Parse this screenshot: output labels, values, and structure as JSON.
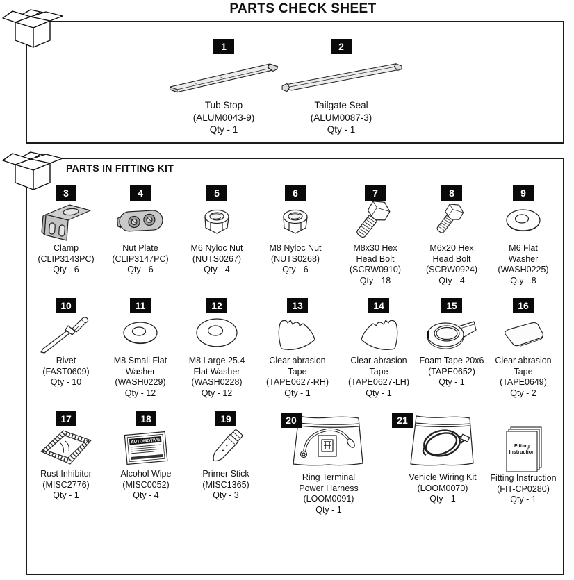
{
  "title": "PARTS CHECK SHEET",
  "colors": {
    "badge_bg": "#0a0a0a",
    "badge_text": "#ffffff",
    "border": "#1a1a1a",
    "part_fill": "#c6c6c6"
  },
  "sections": [
    {
      "id": "box-contents",
      "header": "",
      "items": [
        {
          "number": "1",
          "name": "Tub Stop",
          "code": "(ALUM0043-9)",
          "qty": "Qty - 1",
          "icon": "tub-stop-rail-icon"
        },
        {
          "number": "2",
          "name": "Tailgate Seal",
          "code": "(ALUM0087-3)",
          "qty": "Qty - 1",
          "icon": "tailgate-seal-rail-icon"
        }
      ]
    },
    {
      "id": "fitting-kit",
      "header": "PARTS IN FITTING KIT",
      "items": [
        {
          "number": "3",
          "name": "Clamp",
          "code": "(CLIP3143PC)",
          "qty": "Qty - 6",
          "icon": "clamp-icon"
        },
        {
          "number": "4",
          "name": "Nut Plate",
          "code": "(CLIP3147PC)",
          "qty": "Qty - 6",
          "icon": "nut-plate-icon"
        },
        {
          "number": "5",
          "name": "M6 Nyloc Nut",
          "code": "(NUTS0267)",
          "qty": "Qty - 4",
          "icon": "nyloc-nut-icon"
        },
        {
          "number": "6",
          "name": "M8 Nyloc Nut",
          "code": "(NUTS0268)",
          "qty": "Qty - 6",
          "icon": "nyloc-nut-icon"
        },
        {
          "number": "7",
          "name": "M8x30 Hex\nHead Bolt",
          "code": "(SCRW0910)",
          "qty": "Qty - 18",
          "icon": "hex-bolt-icon"
        },
        {
          "number": "8",
          "name": "M6x20 Hex\nHead Bolt",
          "code": "(SCRW0924)",
          "qty": "Qty - 4",
          "icon": "hex-bolt-small-icon"
        },
        {
          "number": "9",
          "name": "M6 Flat\nWasher",
          "code": "(WASH0225)",
          "qty": "Qty - 8",
          "icon": "flat-washer-icon"
        },
        {
          "number": "10",
          "name": "Rivet",
          "code": "(FAST0609)",
          "qty": "Qty - 10",
          "icon": "rivet-icon"
        },
        {
          "number": "11",
          "name": "M8 Small Flat\nWasher",
          "code": "(WASH0229)",
          "qty": "Qty - 12",
          "icon": "flat-washer-icon"
        },
        {
          "number": "12",
          "name": "M8 Large 25.4\nFlat Washer",
          "code": "(WASH0228)",
          "qty": "Qty - 12",
          "icon": "large-washer-icon"
        },
        {
          "number": "13",
          "name": "Clear abrasion\nTape",
          "code": "(TAPE0627-RH)",
          "qty": "Qty - 1",
          "icon": "abrasion-tape-rh-icon"
        },
        {
          "number": "14",
          "name": "Clear abrasion\nTape",
          "code": "(TAPE0627-LH)",
          "qty": "Qty - 1",
          "icon": "abrasion-tape-lh-icon"
        },
        {
          "number": "15",
          "name": "Foam Tape 20x6",
          "code": "(TAPE0652)",
          "qty": "Qty - 1",
          "icon": "foam-tape-roll-icon"
        },
        {
          "number": "16",
          "name": "Clear abrasion\nTape",
          "code": "(TAPE0649)",
          "qty": "Qty - 2",
          "icon": "tape-sheet-icon"
        },
        {
          "number": "17",
          "name": "Rust Inhibitor",
          "code": "(MISC2776)",
          "qty": "Qty - 1",
          "icon": "rust-inhibitor-icon"
        },
        {
          "number": "18",
          "name": "Alcohol Wipe",
          "code": "(MISC0052)",
          "qty": "Qty - 4",
          "icon": "alcohol-wipe-icon",
          "icon_label": "AUTOMOTIVE"
        },
        {
          "number": "19",
          "name": "Primer Stick",
          "code": "(MISC1365)",
          "qty": "Qty - 3",
          "icon": "primer-stick-icon"
        },
        {
          "number": "20",
          "name": "Ring Terminal\nPower Harness",
          "code": "(LOOM0091)",
          "qty": "Qty - 1",
          "icon": "harness-bag-icon"
        },
        {
          "number": "21",
          "name": "Vehicle Wiring Kit",
          "code": "(LOOM0070)",
          "qty": "Qty - 1",
          "icon": "wiring-kit-bag-icon"
        },
        {
          "number": "",
          "name": "Fitting Instruction",
          "code": "(FIT-CP0280)",
          "qty": "Qty - 1",
          "icon": "instruction-booklet-icon",
          "icon_label": "Fitting Instruction"
        }
      ]
    }
  ]
}
